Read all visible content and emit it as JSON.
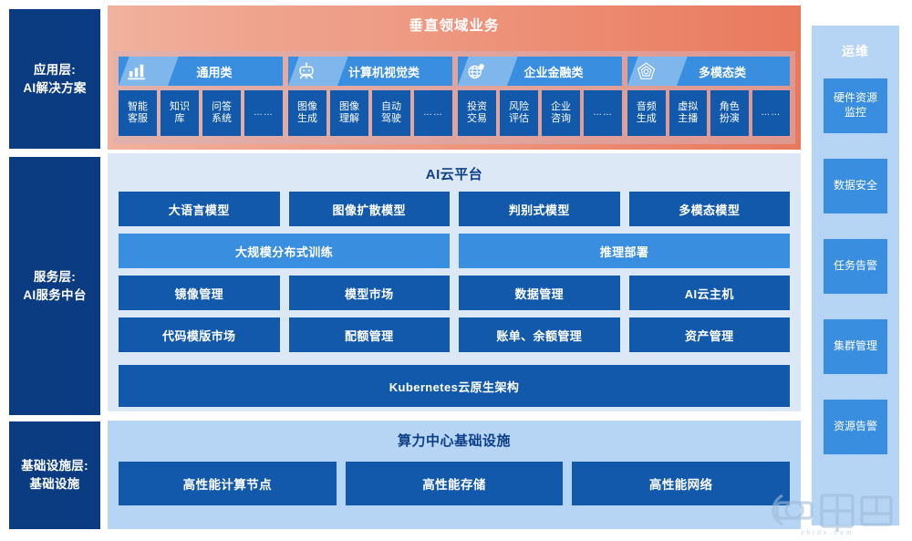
{
  "layers": [
    {
      "name": "应用层:",
      "sub": "AI解决方案"
    },
    {
      "name": "服务层:",
      "sub": "AI服务中台"
    },
    {
      "name": "基础设施层:",
      "sub": "基础设施"
    }
  ],
  "application": {
    "banner_title": "垂直领域业务",
    "categories": [
      {
        "icon": "bar-chart-icon",
        "label": "通用类",
        "items": [
          "智能\n客服",
          "知识\n库",
          "问答\n系统",
          "……"
        ]
      },
      {
        "icon": "robot-head-icon",
        "label": "计算机视觉类",
        "items": [
          "图像\n生成",
          "图像\n理解",
          "自动\n驾驶",
          "……"
        ]
      },
      {
        "icon": "globe-pin-icon",
        "label": "企业金融类",
        "items": [
          "投资\n交易",
          "风险\n评估",
          "企业\n咨询",
          "……"
        ]
      },
      {
        "icon": "pentagon-badge-icon",
        "label": "多模态类",
        "items": [
          "音频\n生成",
          "虚拟\n主播",
          "角色\n扮演",
          "……"
        ]
      }
    ]
  },
  "service": {
    "title": "AI云平台",
    "rows": [
      {
        "style": "dark",
        "tiles": [
          "大语言模型",
          "图像扩散模型",
          "判别式模型",
          "多模态模型"
        ]
      },
      {
        "style": "light",
        "tiles": [
          "大规模分布式训练",
          "推理部署"
        ]
      },
      {
        "style": "dark",
        "tiles": [
          "镜像管理",
          "模型市场",
          "数据管理",
          "AI云主机"
        ]
      },
      {
        "style": "dark",
        "tiles": [
          "代码模版市场",
          "配额管理",
          "账单、余额管理",
          "资产管理"
        ]
      },
      {
        "style": "dark",
        "tiles": [
          "Kubernetes云原生架构"
        ]
      }
    ]
  },
  "infrastructure": {
    "title": "算力中心基础设施",
    "tiles": [
      "高性能计算节点",
      "高性能存储",
      "高性能网络"
    ]
  },
  "ops": {
    "title": "运维",
    "items": [
      "硬件资源\n监控",
      "数据安全",
      "任务告警",
      "集群管理",
      "资源告警"
    ]
  },
  "watermark": {
    "text": "智东西",
    "sub": "zhidx.com"
  },
  "colors": {
    "layer_label_bg": "#0b3c82",
    "banner_gradient_start": "#f1b29e",
    "banner_gradient_end": "#e9795d",
    "tile_dark": "#1259ab",
    "tile_light": "#3a8ee0",
    "service_panel_bg": "#dde8f7",
    "infra_panel_bg": "#b6d4f4",
    "title_text": "#0d3f86"
  }
}
